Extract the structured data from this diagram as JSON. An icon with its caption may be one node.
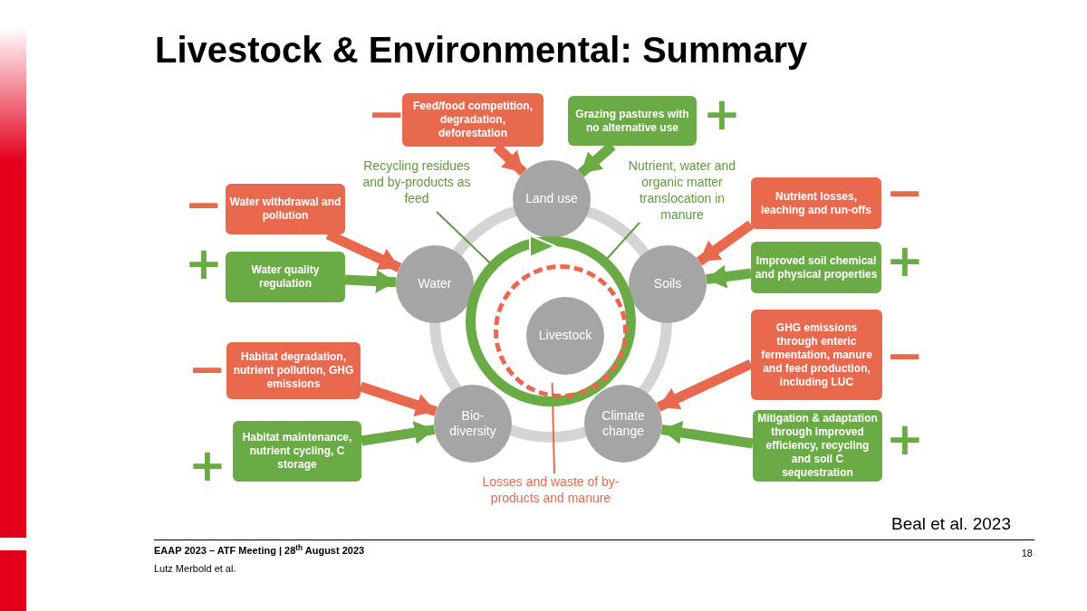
{
  "diagram": {
    "title": "Livestock & Environmental: Summary",
    "nodes": [
      {
        "text": [
          "Land use"
        ]
      },
      {
        "text": [
          "Water"
        ]
      },
      {
        "text": [
          "Soils"
        ]
      },
      {
        "text": [
          "Livestock"
        ],
        "in": 20
      },
      {
        "text": [
          "Bio-diversity"
        ]
      },
      {
        "text": [
          "Climate change"
        ]
      },
      {
        "text": [
          "Feed/food competition, degradation, deforestation"
        ],
        "beside": [
          "−"
        ]
      },
      {
        "text": [
          "Grazing pastures with no alternative use"
        ],
        "beside": [
          "+"
        ]
      },
      {
        "text": [
          "Water withdrawal and pollution"
        ],
        "beside": [
          "−"
        ]
      },
      {
        "text": [
          "Water quality regulation"
        ],
        "beside": [
          "+"
        ]
      },
      {
        "text": [
          "Nutrient losses, leaching and run-offs"
        ],
        "beside": [
          "−"
        ]
      },
      {
        "text": [
          "Improved soil chemical and physical properties"
        ],
        "beside": [
          "+"
        ]
      },
      {
        "text": [
          "Habitat degradation, nutrient pollution, GHG emissions"
        ],
        "beside": [
          "−"
        ]
      },
      {
        "text": [
          "Habitat maintenance, nutrient cycling, C storage"
        ],
        "beside": [
          "+"
        ]
      },
      {
        "text": [
          "GHG emissions through enteric fermentation, manure and feed production, including LUC"
        ],
        "beside": [
          "−"
        ]
      },
      {
        "text": [
          "Mitigation & adaptation through improved efficiency, recycling and soil C sequestration"
        ],
        "beside": [
          "+"
        ]
      },
      {
        "text": [
          "Recycling residues and by-products as feed"
        ]
      },
      {
        "text": [
          "Nutrient, water and organic matter translocation in manure"
        ]
      },
      {
        "text": [
          "Losses and waste of by-products and manure"
        ]
      },
      {
        "text": [],
        "shape": "circle"
      },
      {
        "text": [],
        "shape": "circle",
        "in": 19
      }
    ],
    "edges": [
      {
        "from": 6,
        "to": 0,
        "arrow": "to",
        "color": "#e8694e"
      },
      {
        "from": 7,
        "to": 0,
        "arrow": "to",
        "color": "#6aab45"
      },
      {
        "from": 8,
        "to": 1,
        "arrow": "to",
        "color": "#e8694e"
      },
      {
        "from": 9,
        "to": 1,
        "arrow": "to",
        "color": "#6aab45"
      },
      {
        "from": 10,
        "to": 2,
        "arrow": "to",
        "color": "#e8694e"
      },
      {
        "from": 11,
        "to": 2,
        "arrow": "to",
        "color": "#6aab45"
      },
      {
        "from": 12,
        "to": 4,
        "arrow": "to",
        "color": "#e8694e"
      },
      {
        "from": 13,
        "to": 4,
        "arrow": "to",
        "color": "#6aab45"
      },
      {
        "from": 14,
        "to": 5,
        "arrow": "to",
        "color": "#e8694e"
      },
      {
        "from": 15,
        "to": 5,
        "arrow": "to",
        "color": "#6aab45"
      },
      {
        "from": 16,
        "to": 19,
        "arrow": "none",
        "color": "#5c9a3a"
      },
      {
        "from": 17,
        "to": 19,
        "arrow": "none",
        "color": "#5c9a3a"
      },
      {
        "from": 18,
        "to": 20,
        "arrow": "none",
        "color": "#e8694e"
      }
    ],
    "labels": [
      "Beal et al. 2023",
      "EAAP  2023 – ATF Meeting | 28$^{th}$ August 2023",
      "18",
      "Lutz Merbold et al."
    ]
  }
}
